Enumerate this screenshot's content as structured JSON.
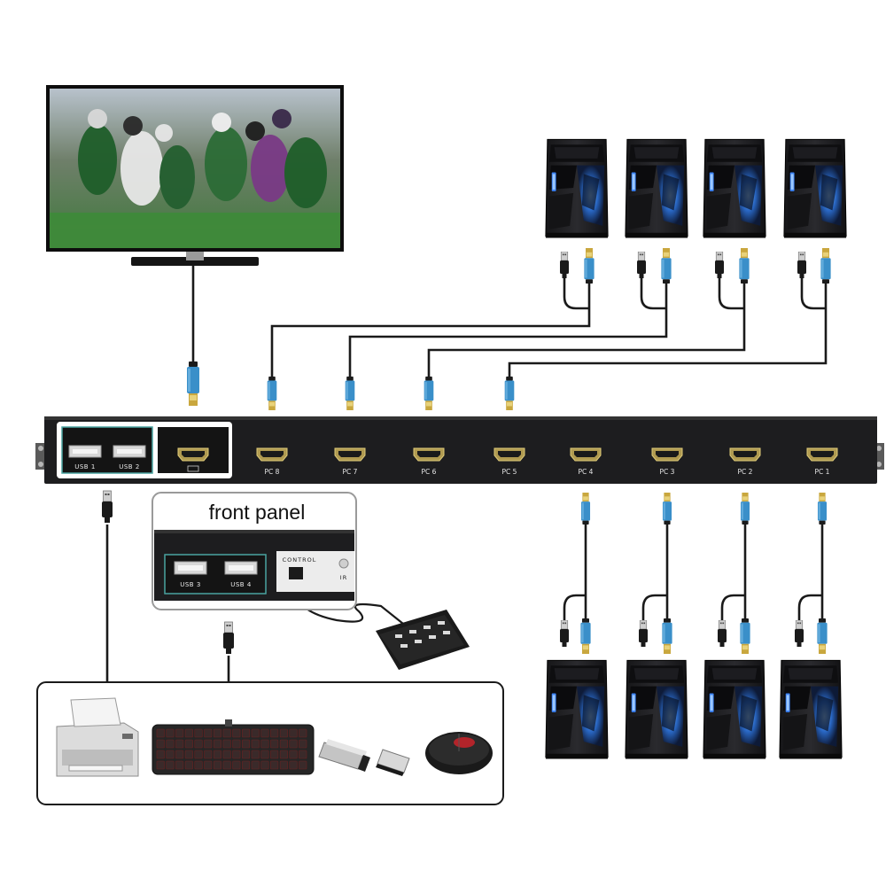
{
  "front_panel": {
    "title": "front panel"
  },
  "rear_usb_ports": [
    "USB 1",
    "USB 2"
  ],
  "front_usb_ports": [
    "USB 3",
    "USB 4"
  ],
  "pc_ports": [
    "PC 8",
    "PC 7",
    "PC 6",
    "PC 5",
    "PC 4",
    "PC 3",
    "PC 2",
    "PC 1"
  ],
  "control": {
    "label": "CONTROL",
    "ir_label": "IR"
  },
  "peripherals": [
    "printer-icon",
    "keyboard-icon",
    "usb-flash-drive-icon",
    "mouse-icon"
  ],
  "colors": {
    "device_body": "#1d1d1f",
    "hdmi_connector": "#3a8fc9",
    "gold_port": "#b09a50",
    "usb_panel_border": "#4aa3a0"
  }
}
